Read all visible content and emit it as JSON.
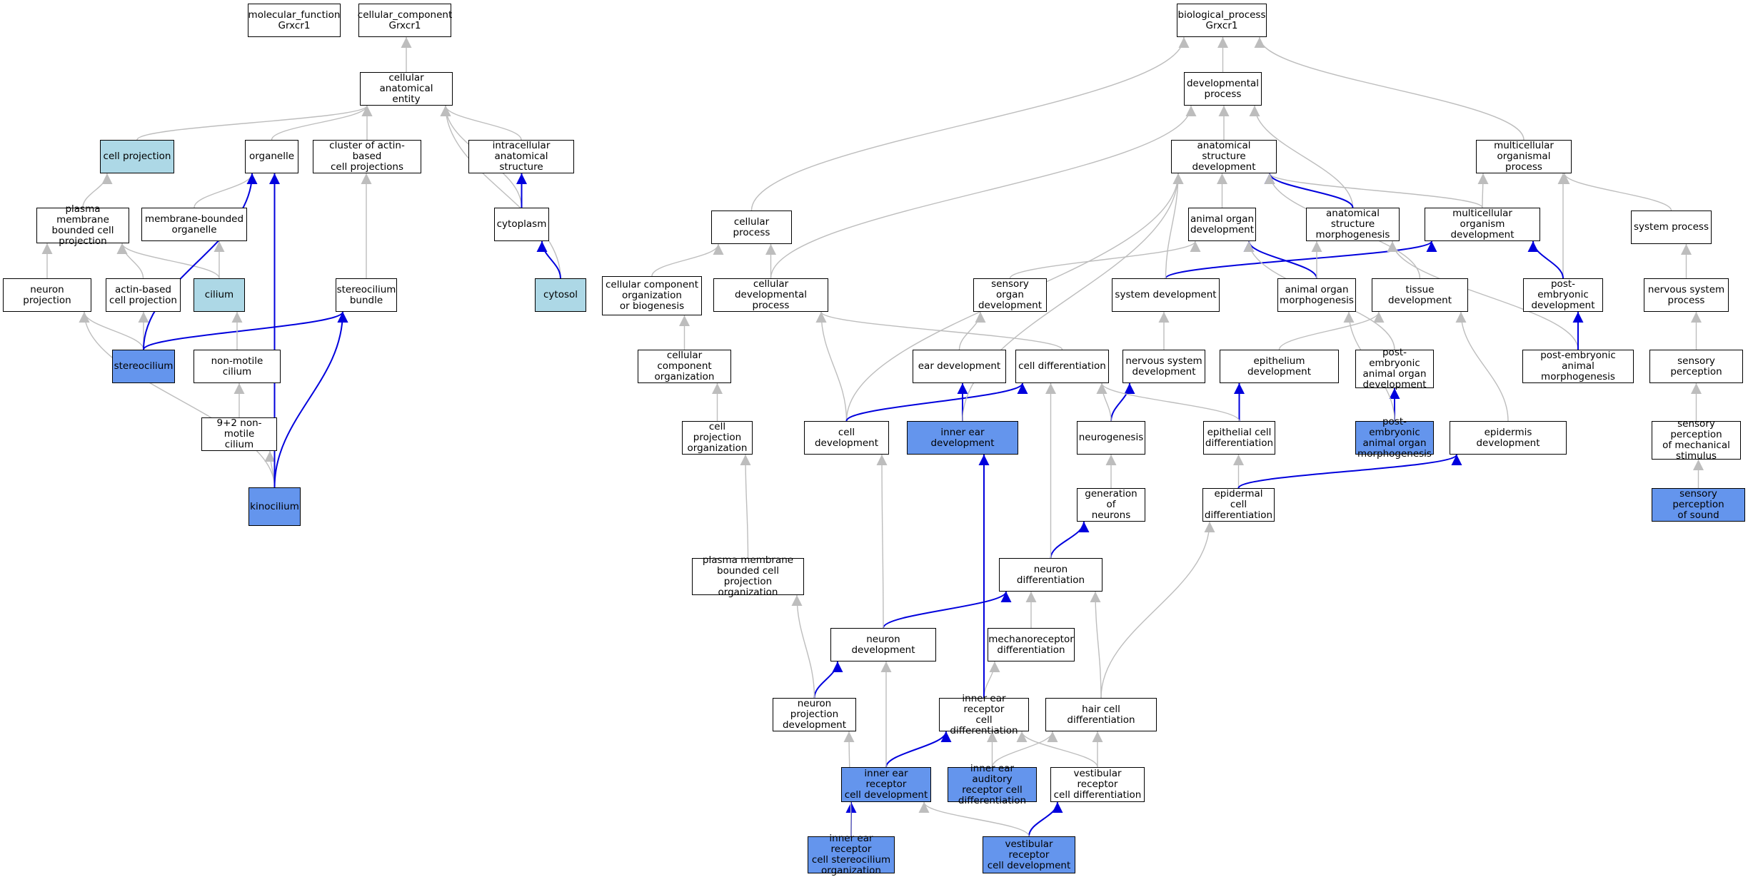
{
  "title": "",
  "colors": {
    "default_fill": "#ffffff",
    "light_fill": "#add8e6",
    "dark_fill": "#6495ed",
    "gray_edge": "#bdbdbd",
    "blue_edge": "#0000dd"
  },
  "nodes": {
    "mf": "molecular_function\nGrxcr1",
    "cc": "cellular_component\nGrxcr1",
    "bp": "biological_process\nGrxcr1",
    "cae": "cellular anatomical\nentity",
    "cellproj": "cell projection",
    "organelle": "organelle",
    "cluster": "cluster of actin-based\ncell projections",
    "intracell": "intracellular\nanatomical structure",
    "pmbcp": "plasma membrane\nbounded cell\nprojection",
    "mbo": "membrane-bounded\norganelle",
    "cytoplasm": "cytoplasm",
    "neuronproj": "neuron projection",
    "actincp": "actin-based\ncell projection",
    "cilium": "cilium",
    "sbundle": "stereocilium\nbundle",
    "cytosol": "cytosol",
    "stereocilium": "stereocilium",
    "nonmotile": "non-motile cilium",
    "ninetwo": "9+2 non-motile\ncilium",
    "kinocilium": "kinocilium",
    "devproc": "developmental\nprocess",
    "asd": "anatomical structure\ndevelopment",
    "mop": "multicellular\norganismal process",
    "cellproc": "cellular process",
    "aod": "animal organ\ndevelopment",
    "asm": "anatomical structure\nmorphogenesis",
    "mod": "multicellular\norganism development",
    "sysproc": "system process",
    "ccob": "cellular component\norganization\nor biogenesis",
    "cdp": "cellular developmental\nprocess",
    "sod": "sensory organ\ndevelopment",
    "sysdev": "system development",
    "aom": "animal organ\nmorphogenesis",
    "tissuedev": "tissue development",
    "ped": "post-embryonic\ndevelopment",
    "nsp": "nervous system\nprocess",
    "cco": "cellular component\norganization",
    "eardev": "ear development",
    "celldiff": "cell differentiation",
    "nsd": "nervous system\ndevelopment",
    "epidev": "epithelium development",
    "peaod": "post-embryonic\nanimal organ\ndevelopment",
    "peam": "post-embryonic\nanimal morphogenesis",
    "sensperc": "sensory perception",
    "cpo": "cell projection\norganization",
    "celldev": "cell development",
    "ied": "inner ear development",
    "neurogenesis": "neurogenesis",
    "ecd": "epithelial cell\ndifferentiation",
    "peaom": "post-embryonic\nanimal organ\nmorphogenesis",
    "epiddev": "epidermis development",
    "spms": "sensory perception\nof mechanical\nstimulus",
    "gon": "generation of\nneurons",
    "epcd": "epidermal cell\ndifferentiation",
    "sps": "sensory perception\nof sound",
    "pmbcpo": "plasma membrane\nbounded cell\nprojection organization",
    "neurdiff": "neuron differentiation",
    "neurdev": "neuron development",
    "mechdiff": "mechanoreceptor\ndifferentiation",
    "npd": "neuron projection\ndevelopment",
    "iercd": "inner ear receptor\ncell differentiation",
    "hcd": "hair cell differentiation",
    "iercdev": "inner ear receptor\ncell development",
    "iearcd": "inner ear auditory\nreceptor cell\ndifferentiation",
    "vrcd": "vestibular receptor\ncell differentiation",
    "iercso": "inner ear receptor\ncell stereocilium\norganization",
    "vrcdev": "vestibular receptor\ncell development"
  }
}
